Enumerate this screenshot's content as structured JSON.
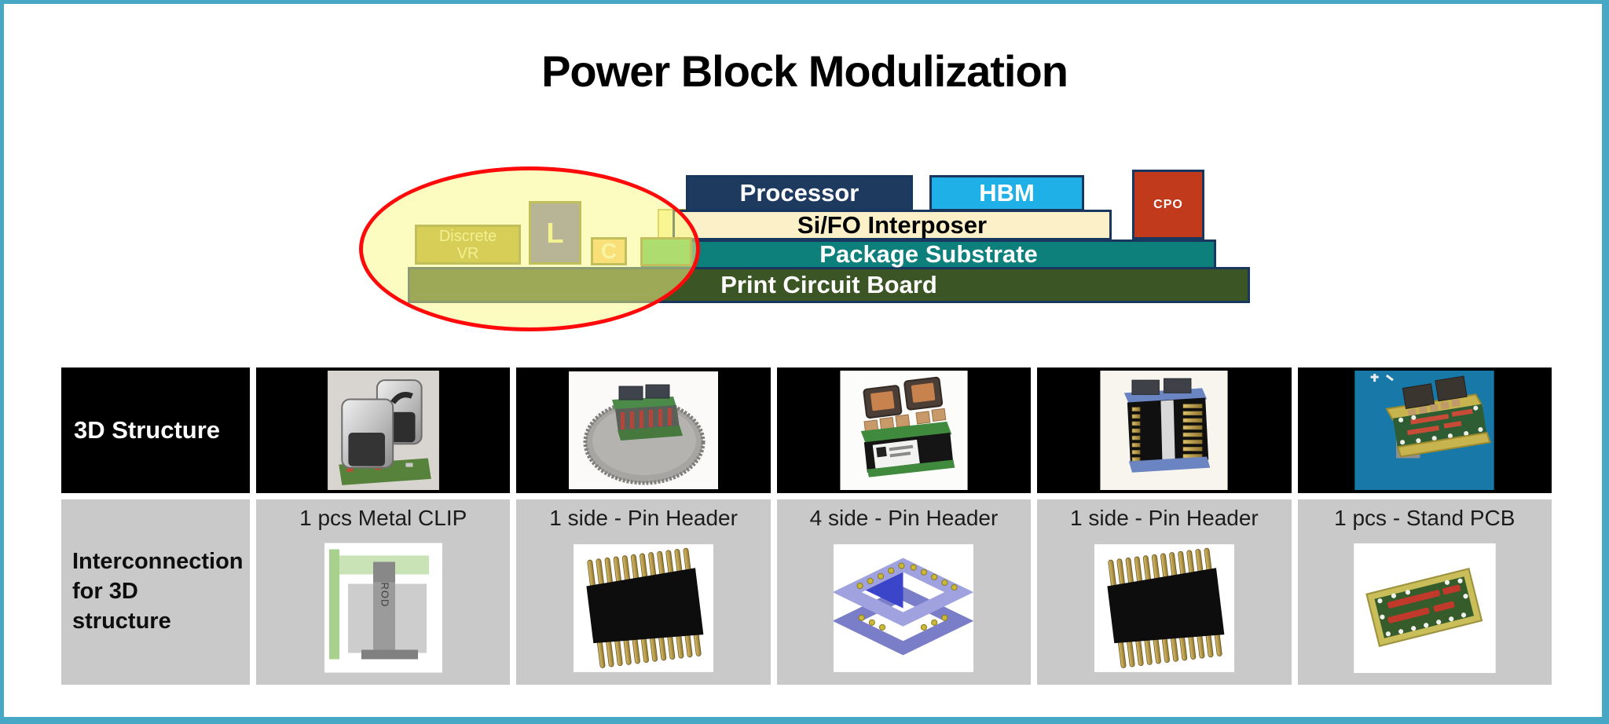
{
  "slide": {
    "title": "Power Block Modulization"
  },
  "colors": {
    "frame": "#47A8C6",
    "highlight_ellipse_fill": "#FAF787",
    "highlight_ellipse_border": "#FE0A0A",
    "processor": "#1F3A5F",
    "hbm": "#1FB0E8",
    "cpo": "#C23A1C",
    "interposer": "#FBF0C8",
    "substrate": "#0E807C",
    "pcb": "#3C5525",
    "discrete_vr": "#B2A226",
    "inductor": "#6F6DA5",
    "capacitor": "#F6C468",
    "green_block": "#5FBF57",
    "table_header_bg": "#000000",
    "table_row2_bg": "#C9C9C9"
  },
  "diagram": {
    "processor_label": "Processor",
    "hbm_label": "HBM",
    "cpo_label": "CPO",
    "interposer_label": "Si/FO Interposer",
    "substrate_label": "Package Substrate",
    "pcb_label": "Print Circuit Board",
    "discrete_vr_label": "Discrete VR",
    "inductor_label": "L",
    "capacitor_label": "C"
  },
  "table": {
    "row1_label": "3D Structure",
    "row2_label": "Interconnection for 3D structure",
    "rod_label": "ROD",
    "columns": [
      {
        "caption": "1 pcs Metal CLIP"
      },
      {
        "caption": "1 side - Pin Header"
      },
      {
        "caption": "4 side - Pin Header"
      },
      {
        "caption": "1 side - Pin Header"
      },
      {
        "caption": "1 pcs - Stand PCB"
      }
    ]
  }
}
